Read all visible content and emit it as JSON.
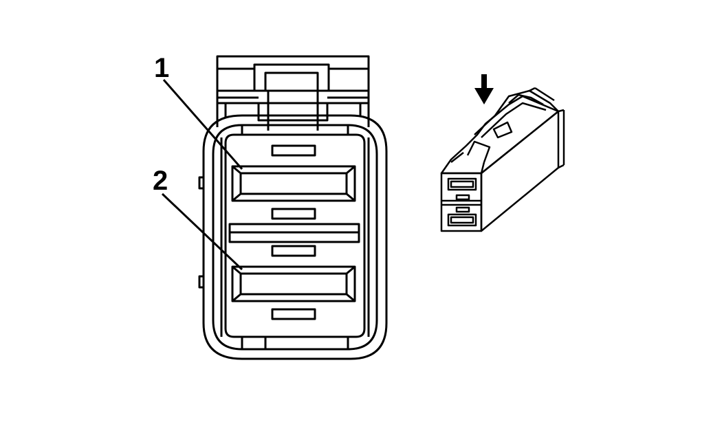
{
  "figure": {
    "callouts": [
      {
        "id": "1",
        "label": "1"
      },
      {
        "id": "2",
        "label": "2"
      }
    ],
    "colors": {
      "stroke": "#000000",
      "background": "#ffffff"
    },
    "icons": {
      "insertion_arrow": "down-arrow-icon"
    }
  }
}
